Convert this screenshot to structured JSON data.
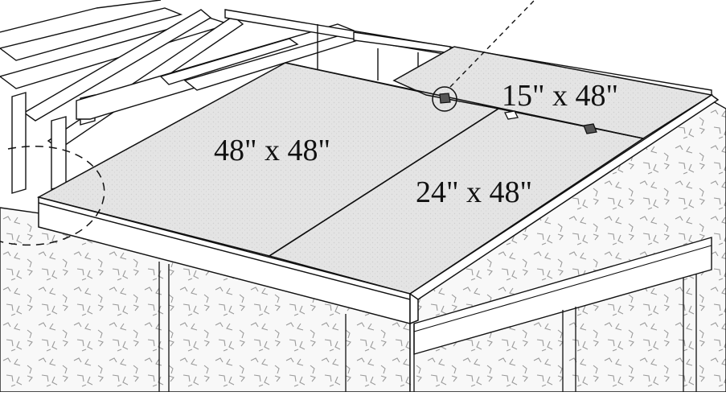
{
  "labels": {
    "panel_large": "48\" x 48\"",
    "panel_medium": "24\" x 48\"",
    "panel_small": "15\" x 48\""
  },
  "colors": {
    "line": "#111111",
    "sheathing": "#e3e3e3",
    "texture_wall": "#f7f7f7",
    "background": "#ffffff"
  },
  "icons": {
    "detail_callout": "dashed-circle-callout",
    "nail_marker": "circled-nail-icon",
    "clip": "roof-clip-icon"
  }
}
